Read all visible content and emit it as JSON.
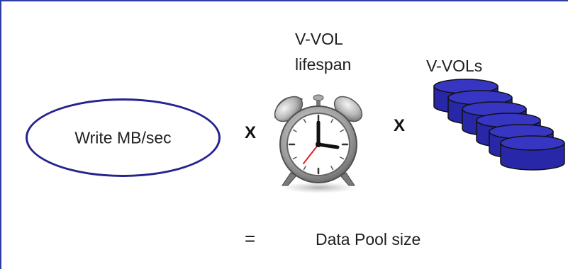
{
  "diagram": {
    "write_rate_label": "Write MB/sec",
    "multiply_1": "X",
    "lifespan_label_line1": "V-VOL",
    "lifespan_label_line2": "lifespan",
    "multiply_2": "X",
    "volumes_label": "V-VOLs",
    "equals_symbol": "=",
    "result_label": "Data Pool size",
    "icons": [
      "alarm-clock-icon",
      "volume-stack-icon"
    ],
    "colors": {
      "frame": "#2d3ea0",
      "oval_border": "#24238f",
      "disk_fill": "#2727a8",
      "disk_top": "#3a3ac4",
      "clock_face": "#ffffff",
      "clock_body": "#9a9a9a",
      "second_hand": "#e02020"
    }
  }
}
